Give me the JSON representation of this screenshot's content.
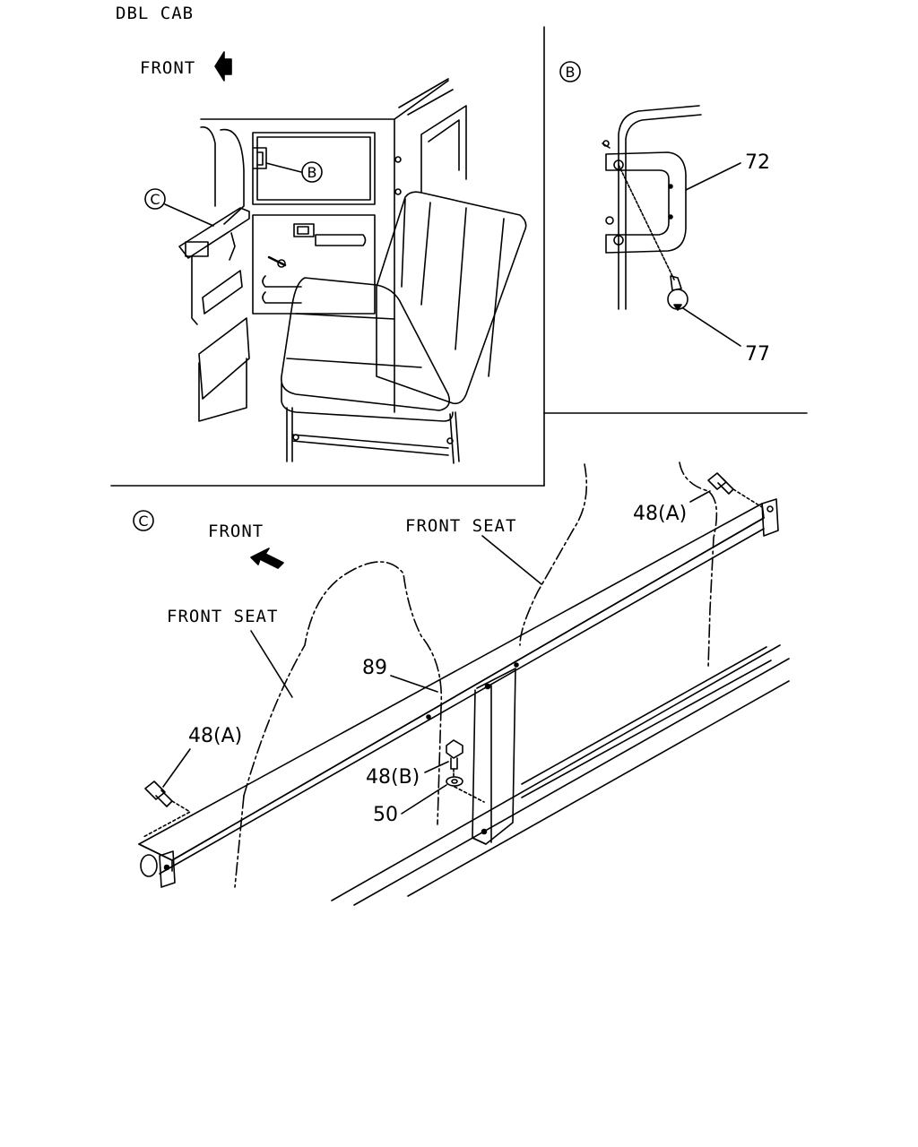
{
  "header": {
    "title": "DBL CAB"
  },
  "panel_a": {
    "front_label": "FRONT",
    "callout_b": "B",
    "callout_c": "C"
  },
  "panel_b": {
    "marker": "B",
    "part_72": "72",
    "part_77": "77"
  },
  "panel_c": {
    "marker": "C",
    "front_label": "FRONT",
    "front_seat_upper": "FRONT SEAT",
    "front_seat_lower": "FRONT SEAT",
    "part_48a_right": "48(A)",
    "part_48a_left": "48(A)",
    "part_89": "89",
    "part_48b": "48(B)",
    "part_50": "50"
  },
  "colors": {
    "line": "#000000",
    "background": "#ffffff"
  }
}
